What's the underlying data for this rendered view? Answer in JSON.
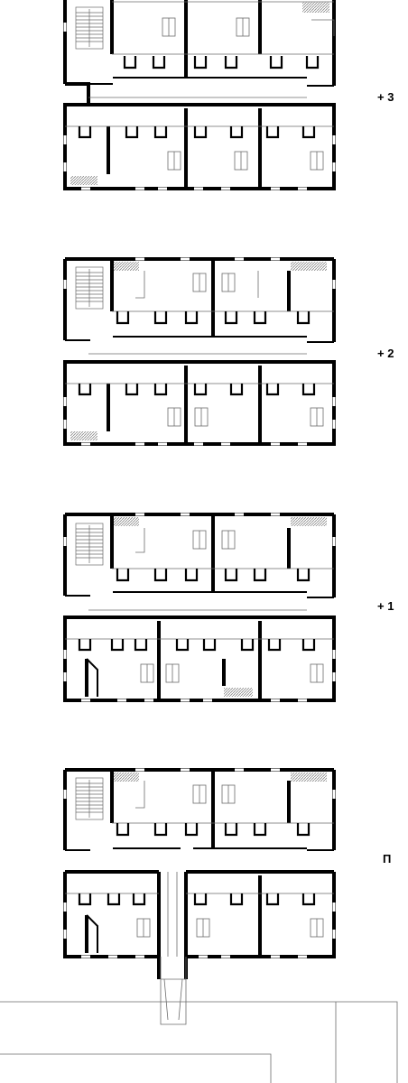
{
  "sheet": {
    "colors": {
      "wall": "#000000",
      "line": "#6b6b6b",
      "hatch": "#8a8a8a",
      "paper": "#ffffff"
    },
    "icons": [
      "staircase-icon",
      "table-chairs-icon",
      "bathroom-icon"
    ]
  },
  "floors": [
    {
      "key": "f3",
      "label": "+ 3"
    },
    {
      "key": "f2",
      "label": "+ 2"
    },
    {
      "key": "f1",
      "label": "+ 1"
    },
    {
      "key": "f0",
      "label": "П"
    }
  ]
}
